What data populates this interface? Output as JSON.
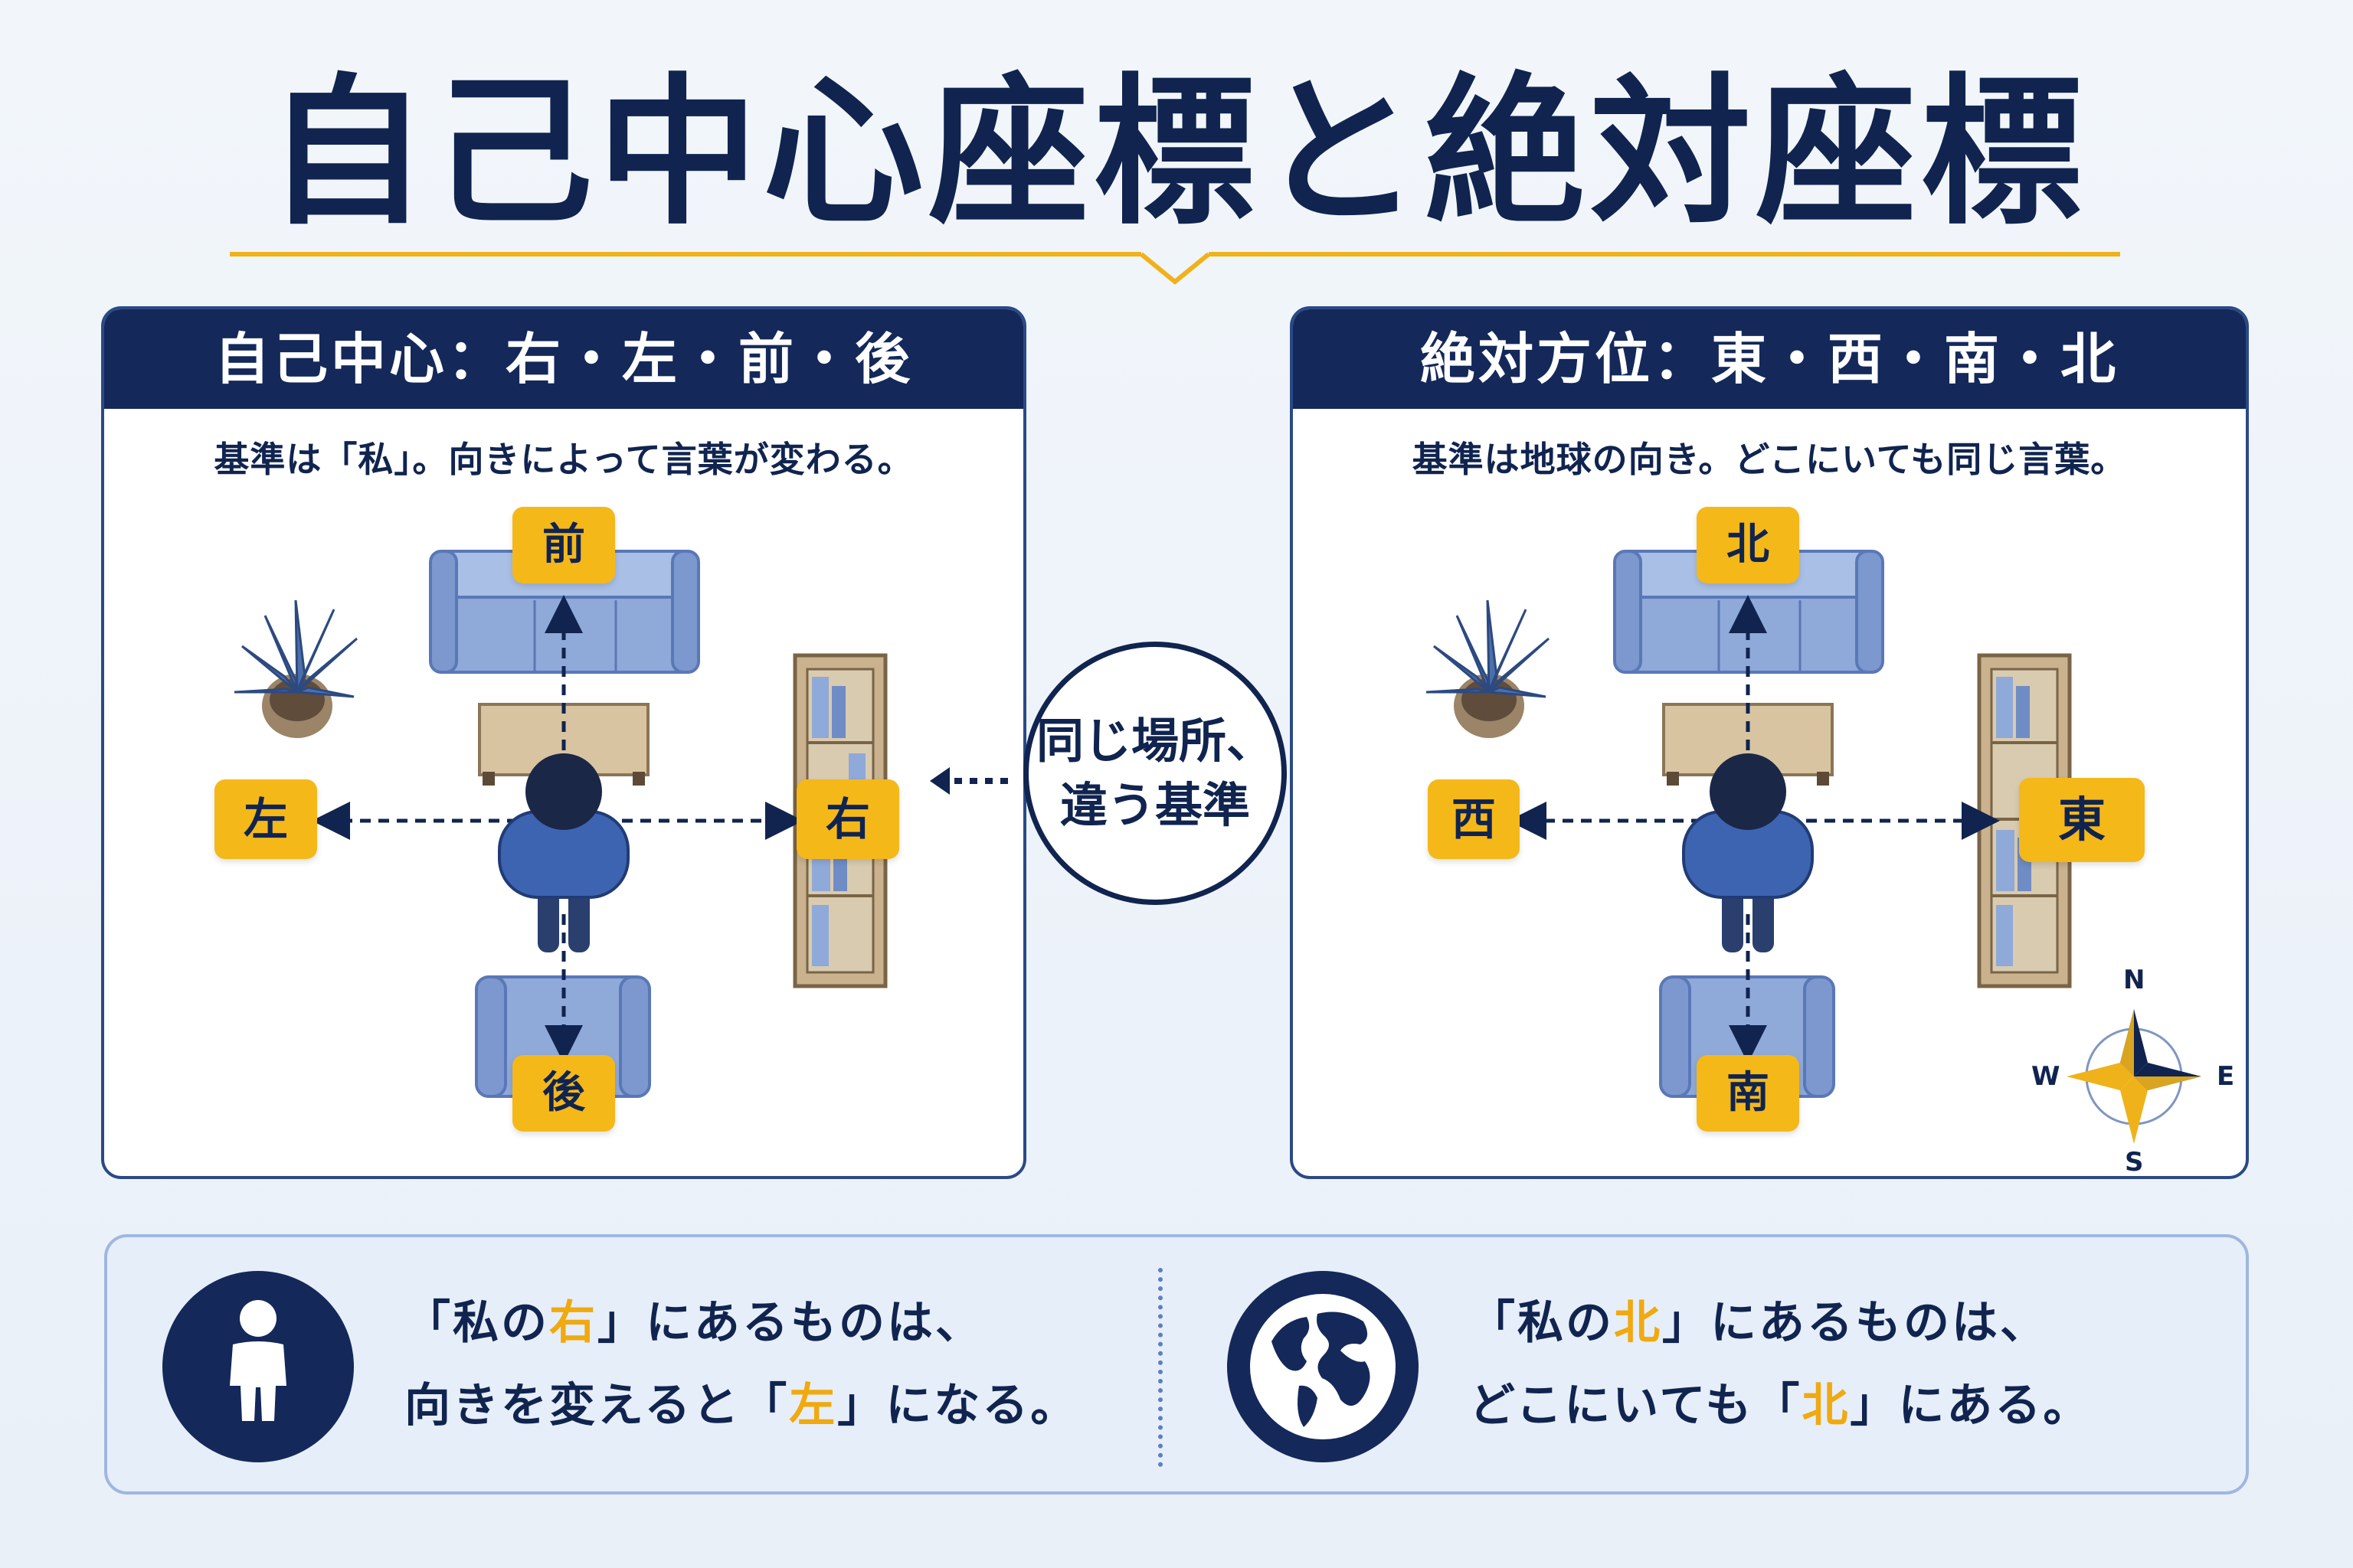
{
  "title": "自己中心座標と絶対座標",
  "left_panel": {
    "header": "自己中心：右・左・前・後",
    "subtitle": "基準は「私」。向きによって言葉が変わる。",
    "labels": {
      "front": "前",
      "back": "後",
      "left": "左",
      "right": "右"
    }
  },
  "right_panel": {
    "header": "絶対方位：東・西・南・北",
    "subtitle": "基準は地球の向き。どこにいても同じ言葉。",
    "labels": {
      "north": "北",
      "south": "南",
      "west": "西",
      "east": "東"
    },
    "compass": {
      "n": "N",
      "s": "S",
      "e": "E",
      "w": "W"
    }
  },
  "center": {
    "line1": "同じ場所、",
    "line2": "違う基準"
  },
  "bottom": {
    "left": {
      "l1_open": "「私の",
      "l1_hl": "右",
      "l1_close": "」にあるものは、",
      "l2_open": "向きを変えると「",
      "l2_hl": "左",
      "l2_close": "」になる。"
    },
    "right": {
      "l1_open": "「私の",
      "l1_hl": "北",
      "l1_close": "」にあるものは、",
      "l2_open": "どこにいても「",
      "l2_hl": "北",
      "l2_close": "」にある。"
    }
  },
  "colors": {
    "navy": "#10244f",
    "header": "#14285a",
    "accent": "#f5b819",
    "furniture": "#8fa9d9",
    "wood": "#c9b28d"
  },
  "icons": [
    "person-icon",
    "globe-icon",
    "compass-icon",
    "plant-icon",
    "sofa-icon",
    "armchair-icon",
    "table-icon",
    "bookshelf-icon",
    "person-topdown-icon"
  ]
}
